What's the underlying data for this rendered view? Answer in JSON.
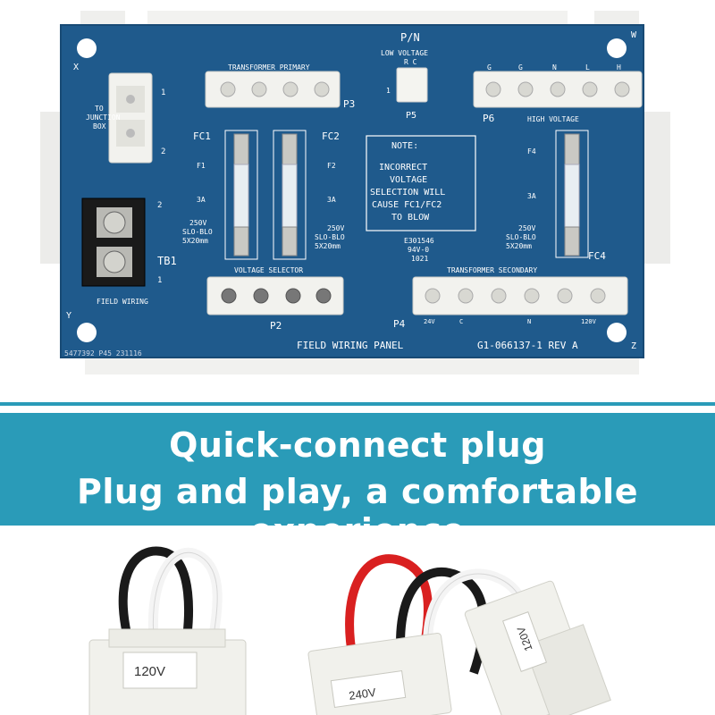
{
  "board": {
    "title": "FIELD WIRING PANEL",
    "part_number": "G1-066137-1 REV A",
    "serial": "5477392 P45 231116",
    "corner_x": "X",
    "corner_w": "W",
    "corner_y": "Y",
    "corner_z": "Z",
    "pn_label": "P/N",
    "low_voltage": "LOW VOLTAGE",
    "rc_label": "R  C",
    "p5": "P5",
    "transformer_primary": "TRANSFORMER PRIMARY",
    "p3": "P3",
    "p6": "P6",
    "high_voltage": "HIGH VOLTAGE",
    "hv_pins": [
      "G",
      "G",
      "N",
      "L",
      "H"
    ],
    "junction_1": "TO",
    "junction_2": "JUNCTION",
    "junction_3": "BOX",
    "fc1": "FC1",
    "fc2": "FC2",
    "fc4": "FC4",
    "f1": "F1",
    "f2": "F2",
    "f4": "F4",
    "amp": "3A",
    "fuse_spec_1": "250V",
    "fuse_spec_2": "SLO-BLO",
    "fuse_spec_3": "5X20mm",
    "tb1": "TB1",
    "field_wiring": "FIELD WIRING",
    "voltage_selector": "VOLTAGE SELECTOR",
    "p2": "P2",
    "transformer_secondary": "TRANSFORMER SECONDARY",
    "p4": "P4",
    "secondary_pins": [
      "24V",
      "C",
      "N",
      "120V"
    ],
    "note_title": "NOTE:",
    "note_1": "INCORRECT",
    "note_2": "VOLTAGE",
    "note_3": "SELECTION WILL",
    "note_4": "CAUSE FC1/FC2",
    "note_5": "TO BLOW",
    "cert_1": "E301546",
    "cert_2": "94V-0",
    "cert_3": "1021",
    "pin_1": "1",
    "pin_2": "2"
  },
  "banner": {
    "line1": "Quick-connect plug",
    "line2": "Plug and play, a comfortable experience",
    "color": "#2a9bb8"
  },
  "plugs": {
    "left_label": "120V",
    "right_label_1": "240V",
    "right_label_2": "120V"
  },
  "colors": {
    "pcb": "#1f5a8c",
    "silk": "#ffffff",
    "connector": "#f2f2ee"
  }
}
